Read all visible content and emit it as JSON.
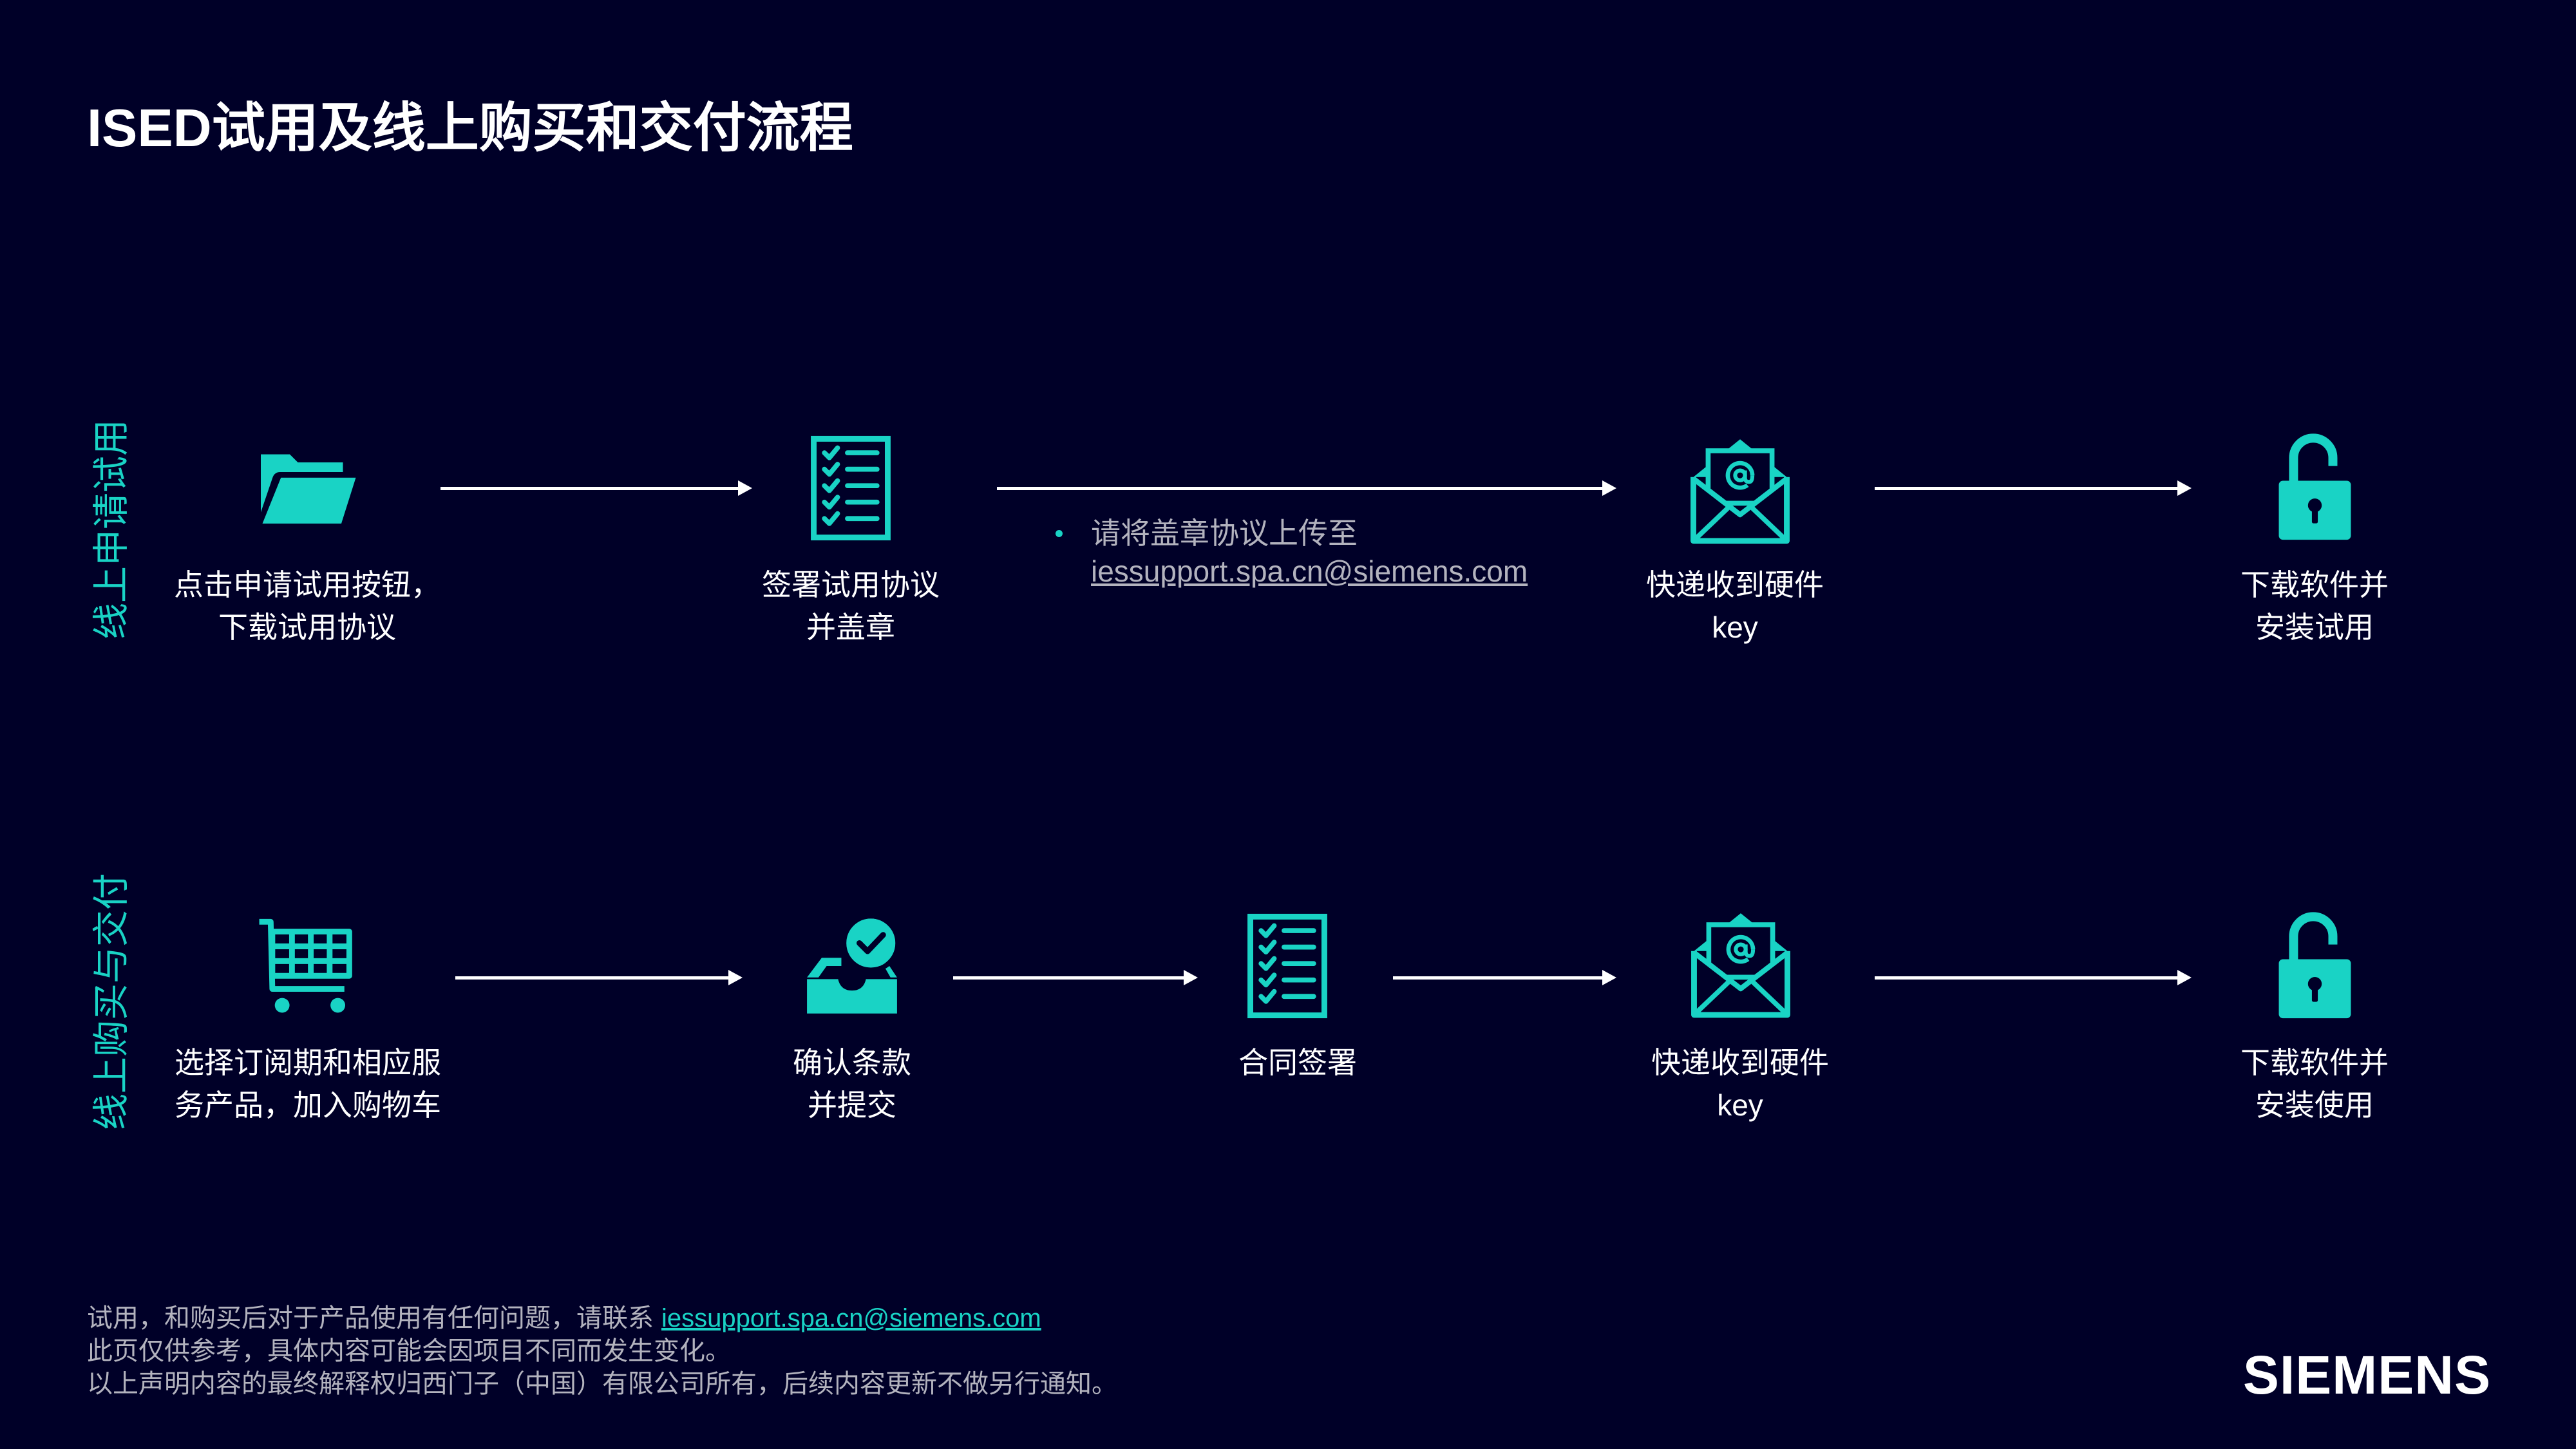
{
  "colors": {
    "background": "#000028",
    "accent": "#19d3c5",
    "text": "#ffffff",
    "muted": "#b3b3be"
  },
  "page": {
    "title": "ISED试用及线上购买和交付流程"
  },
  "rows": [
    {
      "label": "线上申请试用",
      "steps": [
        {
          "icon": "folder-icon",
          "lines": [
            "点击申请试用按钮，",
            "下载试用协议"
          ]
        },
        {
          "icon": "checklist-icon",
          "lines": [
            "签署试用协议",
            "并盖章"
          ]
        },
        {
          "icon": "email-icon",
          "lines": [
            "快递收到硬件",
            "key"
          ]
        },
        {
          "icon": "unlock-icon",
          "lines": [
            "下载软件并",
            "安装试用"
          ]
        }
      ],
      "note": {
        "text": "请将盖章协议上传至",
        "email": "iessupport.spa.cn@siemens.com"
      }
    },
    {
      "label": "线上购买与交付",
      "steps": [
        {
          "icon": "shopping-cart-icon",
          "lines": [
            "选择订阅期和相应服",
            "务产品，加入购物车"
          ]
        },
        {
          "icon": "inbox-check-icon",
          "lines": [
            "确认条款",
            "并提交"
          ]
        },
        {
          "icon": "checklist-icon",
          "lines": [
            "合同签署"
          ]
        },
        {
          "icon": "email-icon",
          "lines": [
            "快递收到硬件",
            "key"
          ]
        },
        {
          "icon": "unlock-icon",
          "lines": [
            "下载软件并",
            "安装使用"
          ]
        }
      ]
    }
  ],
  "footer": {
    "contact_text": "试用，和购买后对于产品使用有任何问题，请联系",
    "contact_email": "iessupport.spa.cn@siemens.com",
    "disclaimer": "此页仅供参考，具体内容可能会因项目不同而发生变化。",
    "rights": "以上声明内容的最终解释权归西门子（中国）有限公司所有，后续内容更新不做另行通知。"
  },
  "logo": {
    "text": "SIEMENS"
  }
}
